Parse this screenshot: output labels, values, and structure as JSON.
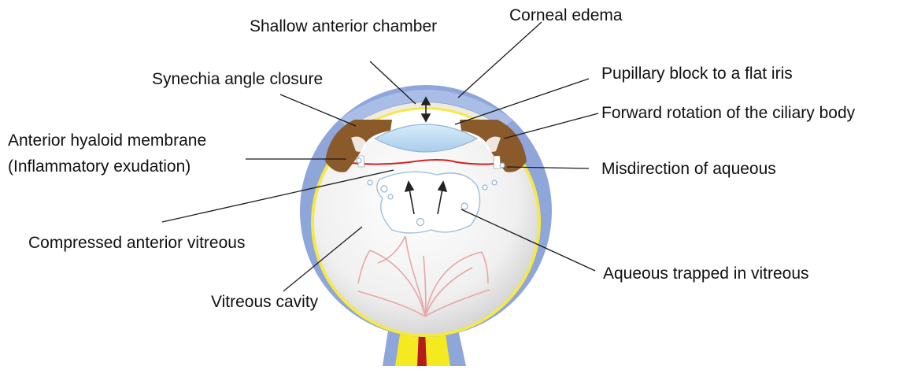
{
  "labels": {
    "shallow_anterior_chamber": "Shallow anterior chamber",
    "corneal_edema": "Corneal edema",
    "synechia_angle_closure": "Synechia angle closure",
    "pupillary_block": "Pupillary block to a flat iris",
    "forward_rotation": "Forward rotation of the ciliary body",
    "anterior_hyaloid_line1": "Anterior hyaloid membrane",
    "anterior_hyaloid_line2": "(Inflammatory exudation)",
    "misdirection_aqueous": "Misdirection of aqueous",
    "compressed_vitreous": "Compressed anterior vitreous",
    "aqueous_trapped": "Aqueous trapped in vitreous",
    "vitreous_cavity": "Vitreous cavity"
  },
  "colors": {
    "sclera": "#8ea6da",
    "choroid": "#f5e84c",
    "retina_vessels": "#e7a6a6",
    "iris": "#8b5a2b",
    "lens": "#b6d8f1",
    "optic_nerve_yellow": "#f5ea1f",
    "optic_nerve_red": "#b51c1c"
  }
}
